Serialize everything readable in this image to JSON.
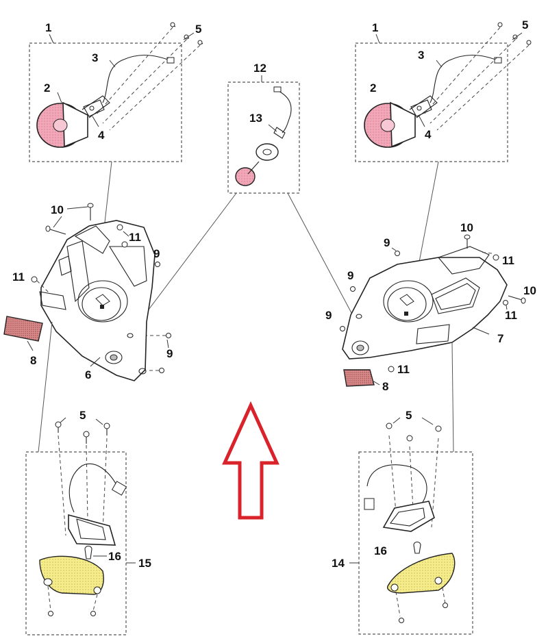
{
  "colors": {
    "arrow": "#d9222a",
    "lens_red": "#f2a7b8",
    "lens_amber": "#f5ec8c",
    "reflector": "#d98a8a"
  },
  "icons": [
    "front-direction-arrow-icon"
  ],
  "callouts": {
    "left_hl_box": "1",
    "left_hl_bulb": "2",
    "left_hl_wire": "3",
    "left_hl_socket": "4",
    "left_hl_screws": "5",
    "center_box": "12",
    "center_socket": "13",
    "right_hl_box": "1",
    "right_hl_bulb": "2",
    "right_hl_wire": "3",
    "right_hl_socket": "4",
    "right_hl_screws": "5",
    "left_bolt_10": "10",
    "left_nut_11_top": "11",
    "left_screw_9_a": "9",
    "left_nut_11_side": "11",
    "left_reflector": "8",
    "left_housing": "6",
    "left_screw_9_b": "9",
    "right_screw_9_a": "9",
    "right_bolt_10_top": "10",
    "right_nut_11_top": "11",
    "right_screw_9_b": "9",
    "right_bolt_10_side": "10",
    "right_nut_11_side": "11",
    "right_screw_9_c": "9",
    "right_housing": "7",
    "right_nut_11_bottom": "11",
    "right_reflector": "8",
    "left_sig_screws": "5",
    "left_sig_bulb": "16",
    "left_sig_assembly": "15",
    "right_sig_screws": "5",
    "right_sig_bulb": "16",
    "right_sig_assembly": "14"
  }
}
